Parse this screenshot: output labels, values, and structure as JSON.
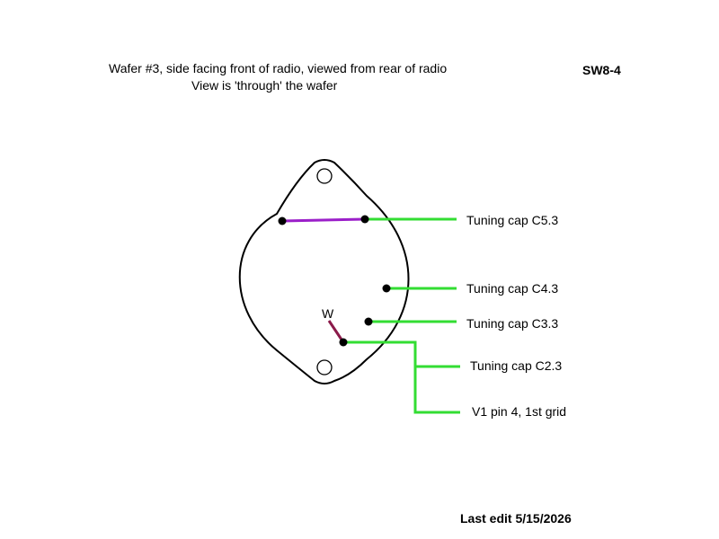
{
  "header": {
    "title_line1": "Wafer #3, side facing  front of radio, viewed from rear of radio",
    "title_line2": "View is 'through' the wafer",
    "sheet_id": "SW8-4"
  },
  "labels": {
    "c53": "Tuning cap C5.3",
    "c43": "Tuning cap C4.3",
    "c33": "Tuning cap C3.3",
    "c23": "Tuning cap C2.3",
    "v1": "V1 pin 4, 1st grid",
    "wiper": "W"
  },
  "footer": {
    "last_edit": "Last edit 5/15/2026"
  },
  "colors": {
    "wire_green": "#33dd33",
    "jumper_purple": "#9b1fc9",
    "wiper_maroon": "#8b1a4a",
    "outline": "#000000"
  }
}
